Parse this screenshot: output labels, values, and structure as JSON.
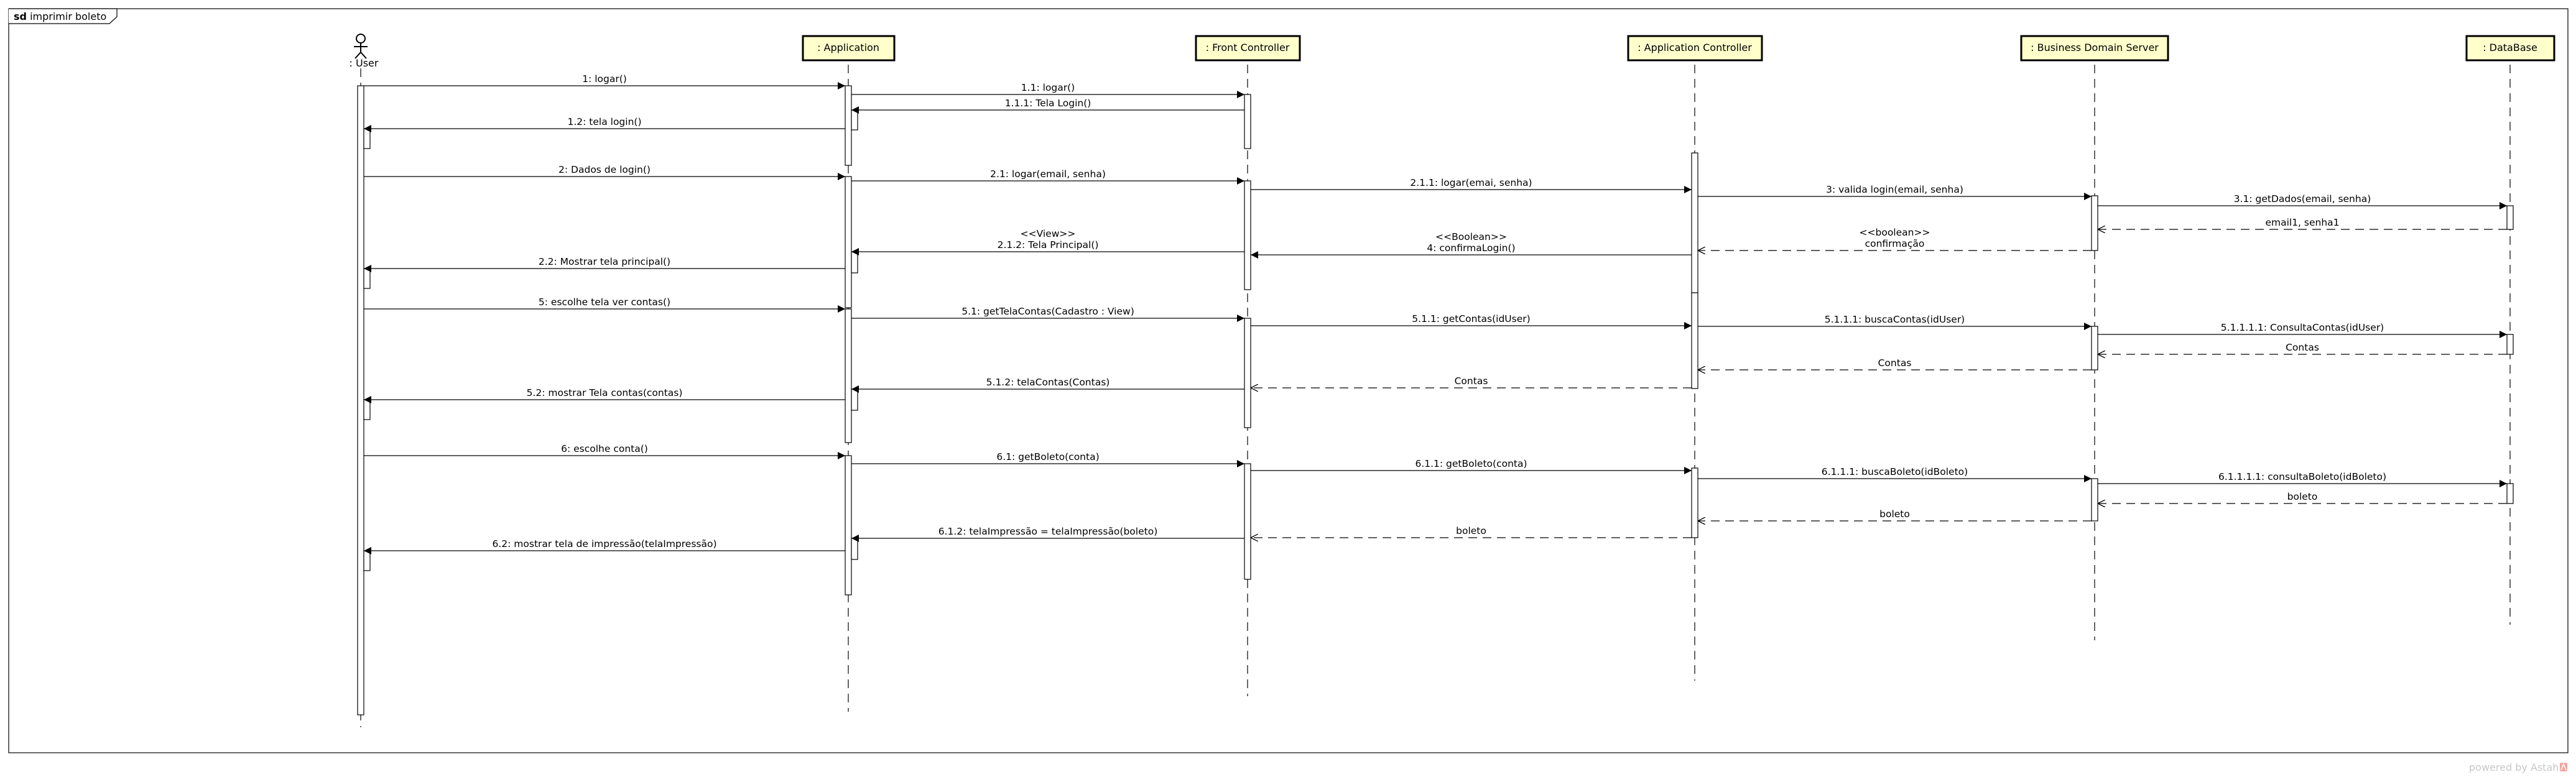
{
  "frame": {
    "keyword": "sd",
    "name": "imprimir boleto"
  },
  "lifelines": [
    {
      "id": "user",
      "label": ": User",
      "kind": "actor"
    },
    {
      "id": "app",
      "label": ": Application",
      "kind": "object"
    },
    {
      "id": "fc",
      "label": ": Front Controller",
      "kind": "object"
    },
    {
      "id": "ac",
      "label": ": Application Controller",
      "kind": "object"
    },
    {
      "id": "bds",
      "label": ": Business Domain Server",
      "kind": "object"
    },
    {
      "id": "db",
      "label": ": DataBase",
      "kind": "object"
    }
  ],
  "messages": [
    {
      "from": "user",
      "to": "app",
      "type": "sync",
      "lines": [
        "1: logar()"
      ]
    },
    {
      "from": "app",
      "to": "fc",
      "type": "sync",
      "lines": [
        "1.1: logar()"
      ]
    },
    {
      "from": "fc",
      "to": "app",
      "type": "sync",
      "lines": [
        "1.1.1: Tela Login()"
      ]
    },
    {
      "from": "app",
      "to": "user",
      "type": "sync",
      "lines": [
        "1.2: tela login()"
      ]
    },
    {
      "from": "user",
      "to": "app",
      "type": "sync",
      "lines": [
        "2: Dados de login()"
      ]
    },
    {
      "from": "app",
      "to": "fc",
      "type": "sync",
      "lines": [
        "2.1: logar(email, senha)"
      ]
    },
    {
      "from": "fc",
      "to": "ac",
      "type": "sync",
      "lines": [
        "2.1.1: logar(emai, senha)"
      ]
    },
    {
      "from": "ac",
      "to": "bds",
      "type": "sync",
      "lines": [
        "3: valida login(email, senha)"
      ]
    },
    {
      "from": "bds",
      "to": "db",
      "type": "sync",
      "lines": [
        "3.1: getDados(email, senha)"
      ]
    },
    {
      "from": "db",
      "to": "bds",
      "type": "reply",
      "lines": [
        "email1, senha1"
      ]
    },
    {
      "from": "bds",
      "to": "ac",
      "type": "reply",
      "lines": [
        "<<boolean>>",
        "confirmação"
      ]
    },
    {
      "from": "fc",
      "to": "app",
      "type": "sync",
      "lines": [
        "<<View>>",
        "2.1.2: Tela Principal()"
      ]
    },
    {
      "from": "ac",
      "to": "fc",
      "type": "sync",
      "lines": [
        "<<Boolean>>",
        "4: confirmaLogin()"
      ]
    },
    {
      "from": "app",
      "to": "user",
      "type": "sync",
      "lines": [
        "2.2: Mostrar tela principal()"
      ]
    },
    {
      "from": "user",
      "to": "app",
      "type": "sync",
      "lines": [
        "5: escolhe tela ver contas()"
      ]
    },
    {
      "from": "app",
      "to": "fc",
      "type": "sync",
      "lines": [
        "5.1: getTelaContas(Cadastro : View)"
      ]
    },
    {
      "from": "fc",
      "to": "ac",
      "type": "sync",
      "lines": [
        "5.1.1: getContas(idUser)"
      ]
    },
    {
      "from": "ac",
      "to": "bds",
      "type": "sync",
      "lines": [
        "5.1.1.1: buscaContas(idUser)"
      ]
    },
    {
      "from": "bds",
      "to": "db",
      "type": "sync",
      "lines": [
        "5.1.1.1.1: ConsultaContas(idUser)"
      ]
    },
    {
      "from": "db",
      "to": "bds",
      "type": "reply",
      "lines": [
        "Contas"
      ]
    },
    {
      "from": "bds",
      "to": "ac",
      "type": "reply",
      "lines": [
        "Contas"
      ]
    },
    {
      "from": "ac",
      "to": "fc",
      "type": "reply",
      "lines": [
        "Contas"
      ]
    },
    {
      "from": "fc",
      "to": "app",
      "type": "sync",
      "lines": [
        "5.1.2: telaContas(Contas)"
      ]
    },
    {
      "from": "app",
      "to": "user",
      "type": "sync",
      "lines": [
        "5.2: mostrar Tela contas(contas)"
      ]
    },
    {
      "from": "user",
      "to": "app",
      "type": "sync",
      "lines": [
        "6: escolhe conta()"
      ]
    },
    {
      "from": "app",
      "to": "fc",
      "type": "sync",
      "lines": [
        "6.1: getBoleto(conta)"
      ]
    },
    {
      "from": "fc",
      "to": "ac",
      "type": "sync",
      "lines": [
        "6.1.1: getBoleto(conta)"
      ]
    },
    {
      "from": "ac",
      "to": "bds",
      "type": "sync",
      "lines": [
        "6.1.1.1: buscaBoleto(idBoleto)"
      ]
    },
    {
      "from": "bds",
      "to": "db",
      "type": "sync",
      "lines": [
        "6.1.1.1.1: consultaBoleto(idBoleto)"
      ]
    },
    {
      "from": "db",
      "to": "bds",
      "type": "reply",
      "lines": [
        "boleto"
      ]
    },
    {
      "from": "bds",
      "to": "ac",
      "type": "reply",
      "lines": [
        "boleto"
      ]
    },
    {
      "from": "ac",
      "to": "fc",
      "type": "reply",
      "lines": [
        "boleto"
      ]
    },
    {
      "from": "fc",
      "to": "app",
      "type": "sync",
      "lines": [
        "6.1.2: telaImpressão = telaImpressão(boleto)"
      ]
    },
    {
      "from": "app",
      "to": "user",
      "type": "sync",
      "lines": [
        "6.2: mostrar tela de impressão(telaImpressão)"
      ]
    }
  ],
  "watermark": {
    "text": "powered by Astah",
    "icon": "astah-logo-icon"
  },
  "colors": {
    "header_fill": "#ffffcc",
    "line": "#000000",
    "background": "#ffffff",
    "watermark": "#c7c7c7",
    "logo": "#f4a6a0"
  }
}
